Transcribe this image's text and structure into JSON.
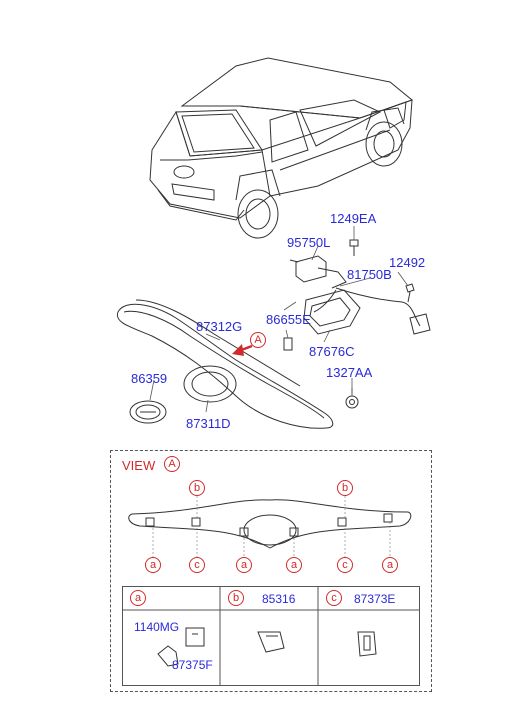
{
  "parts": {
    "p1249ea": "1249EA",
    "p95750l": "95750L",
    "p12492": "12492",
    "p81750b": "81750B",
    "p87312g": "87312G",
    "p86655e": "86655E",
    "p87676c": "87676C",
    "p86359": "86359",
    "p1327aa": "1327AA",
    "p87311d": "87311D"
  },
  "callout_a": "A",
  "view": {
    "title": "VIEW",
    "ref": "A"
  },
  "markers": {
    "a": "a",
    "b": "b",
    "c": "c"
  },
  "table": {
    "col_a_key": "a",
    "col_b_key": "b",
    "col_b_part": "85316",
    "col_c_key": "c",
    "col_c_part": "87373E",
    "a_part1": "1140MG",
    "a_part2": "87375F"
  },
  "colors": {
    "label": "#2a2ad8",
    "marker": "#d22a2a",
    "line": "#333333"
  }
}
